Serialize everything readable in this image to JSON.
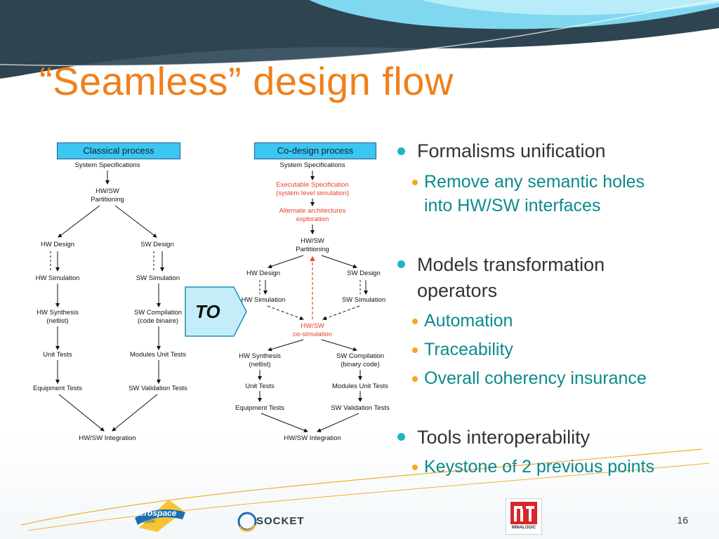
{
  "slide": {
    "title": "“Seamless” design flow",
    "page_number": "16"
  },
  "classical": {
    "header": "Classical process",
    "system_specifications": "System Specifications",
    "partitioning_line1": "HW/SW",
    "partitioning_line2": "Partitioning",
    "hw_design": "HW Design",
    "sw_design": "SW Design",
    "hw_simulation": "HW Simulation",
    "sw_simulation": "SW Simulation",
    "hw_synthesis_line1": "HW Synthesis",
    "hw_synthesis_line2": "(netlist)",
    "sw_compilation_line1": "SW Compilation",
    "sw_compilation_line2": "(code binaire)",
    "unit_tests": "Unit Tests",
    "modules_unit_tests": "Modules Unit Tests",
    "equipment_tests": "Equipment Tests",
    "sw_validation_tests": "SW Validation Tests",
    "integration": "HW/SW Integration"
  },
  "transition": {
    "label": "TO"
  },
  "codesign": {
    "header": "Co-design process",
    "system_specifications": "System Specifications",
    "executable_spec_line1": "Executable Specification",
    "executable_spec_line2": "(system level simulation)",
    "alternate_line1": "Alternate architectures",
    "alternate_line2": "exploration",
    "partitioning_line1": "HW/SW",
    "partitioning_line2": "Partitioning",
    "hw_design": "HW Design",
    "sw_design": "SW Design",
    "hw_simulation": "HW Simulation",
    "sw_simulation": "SW Simulation",
    "cosim_line1": "HW/SW",
    "cosim_line2": "co-simulation",
    "hw_synthesis_line1": "HW Synthesis",
    "hw_synthesis_line2": "(netlist)",
    "sw_compilation_line1": "SW Compilation",
    "sw_compilation_line2": "(binary code)",
    "unit_tests": "Unit Tests",
    "modules_unit_tests": "Modules Unit Tests",
    "equipment_tests": "Equipment Tests",
    "sw_validation_tests": "SW Validation Tests",
    "integration": "HW/SW Integration"
  },
  "bullets": {
    "b1": "Formalisms unification",
    "b1_1_line1": "Remove any semantic holes",
    "b1_1_line2": "into HW/SW interfaces",
    "b2_line1": "Models transformation",
    "b2_line2": "operators",
    "b2_1": "Automation",
    "b2_2": "Traceability",
    "b2_3": "Overall coherency insurance",
    "b3": "Tools interoperability",
    "b3_1": "Keystone of 2 previous points"
  },
  "logos": {
    "aerospace_main": "aerospace",
    "aerospace_sub": "vallée",
    "socket": "SOCKET",
    "minalogic": "MINALOGIC"
  },
  "colors": {
    "title": "#f07f1c",
    "header_box": "#3cc6f2",
    "sub_bullet_text": "#0b8a8c",
    "red_text": "#e8402a",
    "band_dark": "#2e4450",
    "band_light": "#6fd0ec"
  }
}
